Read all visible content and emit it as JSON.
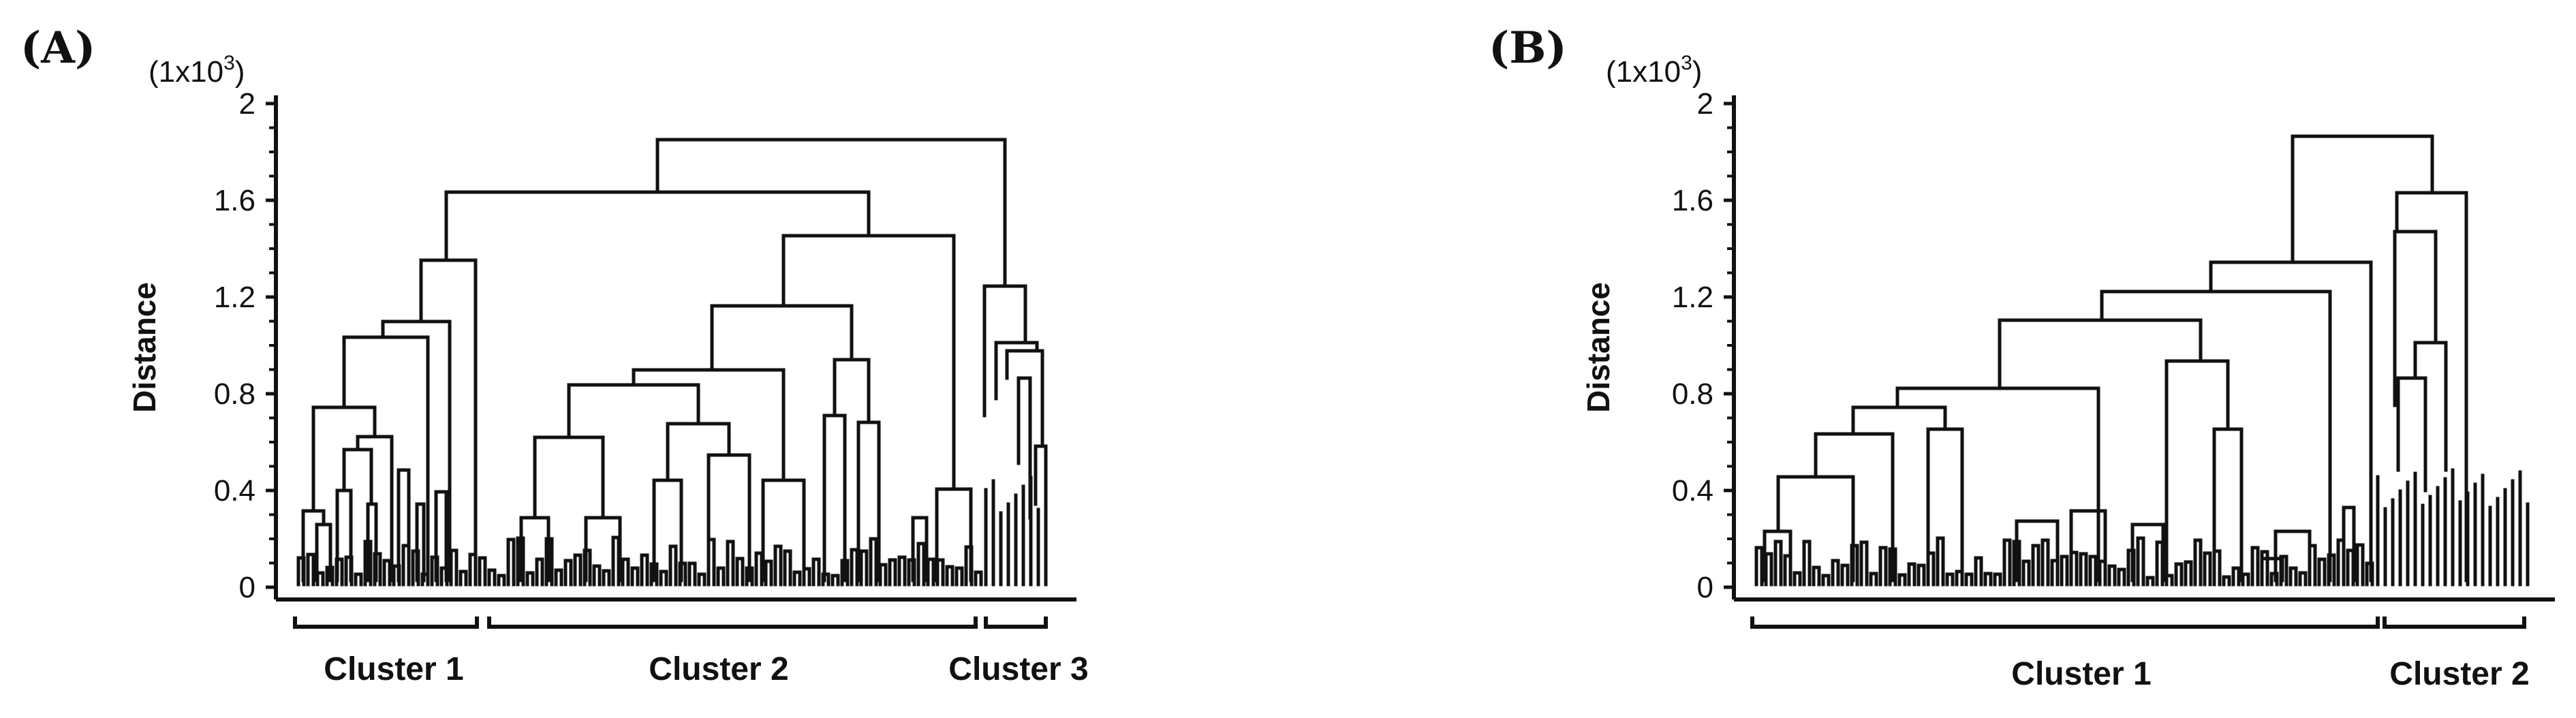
{
  "panels": [
    {
      "id": "A",
      "letter": "(A)",
      "unit_label": "(1x10",
      "unit_exp": "3",
      "unit_close": ")",
      "ylabel": "Distance",
      "yticks": [
        "0",
        "0.4",
        "0.8",
        "1.2",
        "1.6",
        "2"
      ],
      "ylim": [
        0,
        2
      ],
      "clusters": [
        {
          "label": "Cluster 1"
        },
        {
          "label": "Cluster 2"
        },
        {
          "label": "Cluster 3"
        }
      ]
    },
    {
      "id": "B",
      "letter": "(B)",
      "unit_label": "(1x10",
      "unit_exp": "3",
      "unit_close": ")",
      "ylabel": "Distance",
      "yticks": [
        "0",
        "0.4",
        "0.8",
        "1.2",
        "1.6",
        "2"
      ],
      "ylim": [
        0,
        2
      ],
      "clusters": [
        {
          "label": "Cluster 1"
        },
        {
          "label": "Cluster 2"
        }
      ]
    }
  ]
}
